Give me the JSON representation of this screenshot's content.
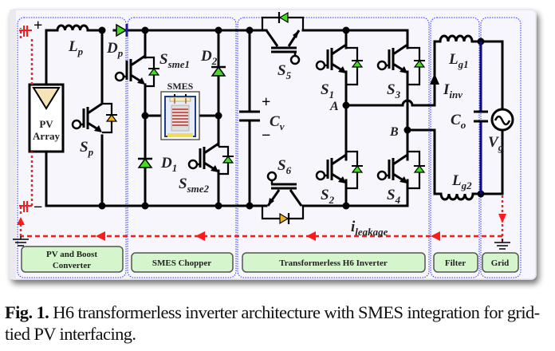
{
  "figure": {
    "regions": [
      {
        "name": "pv-boost",
        "label_line1": "PV and Boost",
        "label_line2": "Converter"
      },
      {
        "name": "smes-chopper",
        "label": "SMES Chopper"
      },
      {
        "name": "h6-inverter",
        "label": "Transformerless H6 Inverter"
      },
      {
        "name": "filter",
        "label": "Filter"
      },
      {
        "name": "grid",
        "label": "Grid"
      }
    ],
    "components": {
      "pv_array": {
        "line1": "PV",
        "line2": "Array"
      },
      "smes": "SMES",
      "Lp": {
        "main": "L",
        "sub": "p"
      },
      "Dp": {
        "main": "D",
        "sub": "p"
      },
      "Sp": {
        "main": "S",
        "sub": "p"
      },
      "Ssme1": {
        "main": "S",
        "sub": "sme1"
      },
      "Ssme2": {
        "main": "S",
        "sub": "sme2"
      },
      "D1": {
        "main": "D",
        "sub": "1"
      },
      "D2": {
        "main": "D",
        "sub": "2"
      },
      "Cv": {
        "main": "C",
        "sub": "v"
      },
      "S1": {
        "main": "S",
        "sub": "1"
      },
      "S2": {
        "main": "S",
        "sub": "2"
      },
      "S3": {
        "main": "S",
        "sub": "3"
      },
      "S4": {
        "main": "S",
        "sub": "4"
      },
      "S5": {
        "main": "S",
        "sub": "5"
      },
      "S6": {
        "main": "S",
        "sub": "6"
      },
      "Lg1": {
        "main": "L",
        "sub": "g1"
      },
      "Lg2": {
        "main": "L",
        "sub": "g2"
      },
      "Co": {
        "main": "C",
        "sub": "o"
      },
      "Vg": {
        "main": "V",
        "sub": "g"
      },
      "Iinv": {
        "main": "I",
        "sub": "inv"
      },
      "ileakage": {
        "main": "i",
        "sub": "leakage"
      }
    },
    "nodes": {
      "A": "A",
      "B": "B"
    },
    "polarity": {
      "plus": "+",
      "minus": "−"
    },
    "colors": {
      "leakage_path": "#ff1a1a",
      "region_border": "#2b33ff",
      "tag_fill": "#d5f5cc",
      "diode_green": "#44dd22",
      "diode_orange": "#f0b020",
      "panel_bg": "#f8f6fd"
    }
  },
  "caption": {
    "prefix": "Fig. 1.",
    "text": " H6 transformerless inverter architecture with SMES integration for grid-tied PV interfacing."
  }
}
